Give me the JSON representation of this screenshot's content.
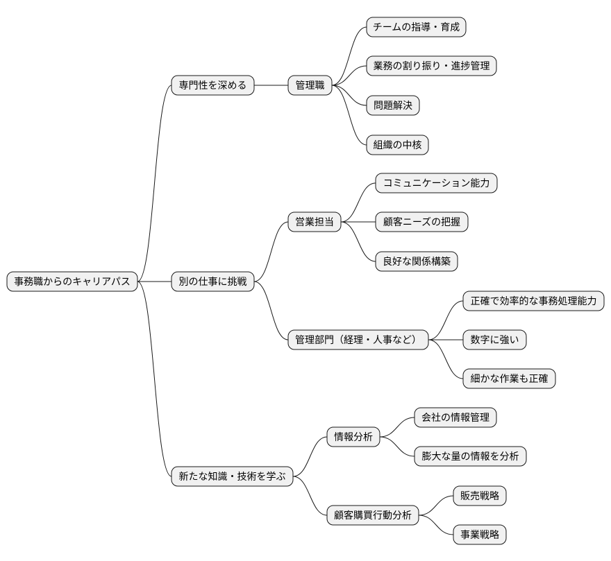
{
  "mindmap": {
    "label": "事務職からのキャリアパス",
    "children": [
      {
        "label": "専門性を深める",
        "children": [
          {
            "label": "管理職",
            "children": [
              {
                "label": "チームの指導・育成"
              },
              {
                "label": "業務の割り振り・進捗管理"
              },
              {
                "label": "問題解決"
              },
              {
                "label": "組織の中核"
              }
            ]
          }
        ]
      },
      {
        "label": "別の仕事に挑戦",
        "children": [
          {
            "label": "営業担当",
            "children": [
              {
                "label": "コミュニケーション能力"
              },
              {
                "label": "顧客ニーズの把握"
              },
              {
                "label": "良好な関係構築"
              }
            ]
          },
          {
            "label": "管理部門（経理・人事など）",
            "children": [
              {
                "label": "正確で効率的な事務処理能力"
              },
              {
                "label": "数字に強い"
              },
              {
                "label": "細かな作業も正確"
              }
            ]
          }
        ]
      },
      {
        "label": "新たな知識・技術を学ぶ",
        "children": [
          {
            "label": "情報分析",
            "children": [
              {
                "label": "会社の情報管理"
              },
              {
                "label": "膨大な量の情報を分析"
              }
            ]
          },
          {
            "label": "顧客購買行動分析",
            "children": [
              {
                "label": "販売戦略"
              },
              {
                "label": "事業戦略"
              }
            ]
          }
        ]
      }
    ]
  }
}
